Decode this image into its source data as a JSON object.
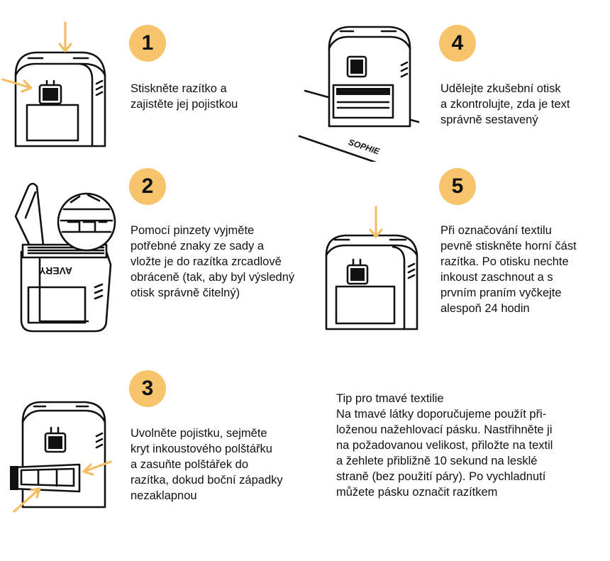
{
  "steps": [
    {
      "number": "1",
      "text": "Stiskněte razítko a\nzajistěte jej pojistkou"
    },
    {
      "number": "2",
      "text": "Pomocí pinzety vyjměte\npotřebné znaky ze sady a\nvložte je do razítka zrcadlově\nobráceně (tak, aby byl výsledný\notisk správně čitelný)"
    },
    {
      "number": "3",
      "text": "Uvolněte pojistku, sejměte\nkryt inkoustového polštářku\na zasuňte polštářek do\nrazítka, dokud boční západky\nnezaklapnou"
    },
    {
      "number": "4",
      "text": "Udělejte zkušební otisk\na zkontrolujte, zda je text\nsprávně sestavený"
    },
    {
      "number": "5",
      "text": "Při označování textilu\npevně stiskněte horní část\nrazítka. Po otisku nechte\ninkoust zaschnout a s\nprvním praním vyčkejte\nalespoň 24 hodin"
    }
  ],
  "tip": {
    "title": "Tip pro tmavé textilie",
    "body": "Na tmavé látky doporučujeme použít při-\nloženou nažehlovací pásku. Nastřihněte ji\nna požadovanou velikost, přiložte na textil\na žehlete přibližně 10 sekund na lesklé\nstraně (bez použití páry). Po vychladnutí\nmůžete pásku označit razítkem"
  },
  "illustrations": {
    "stamp_sample_text": "SOPHIE",
    "brand_text": "AVERY"
  },
  "colors": {
    "badge": "#f7c46b",
    "arrow": "#f3bd63",
    "ink": "#111111"
  }
}
